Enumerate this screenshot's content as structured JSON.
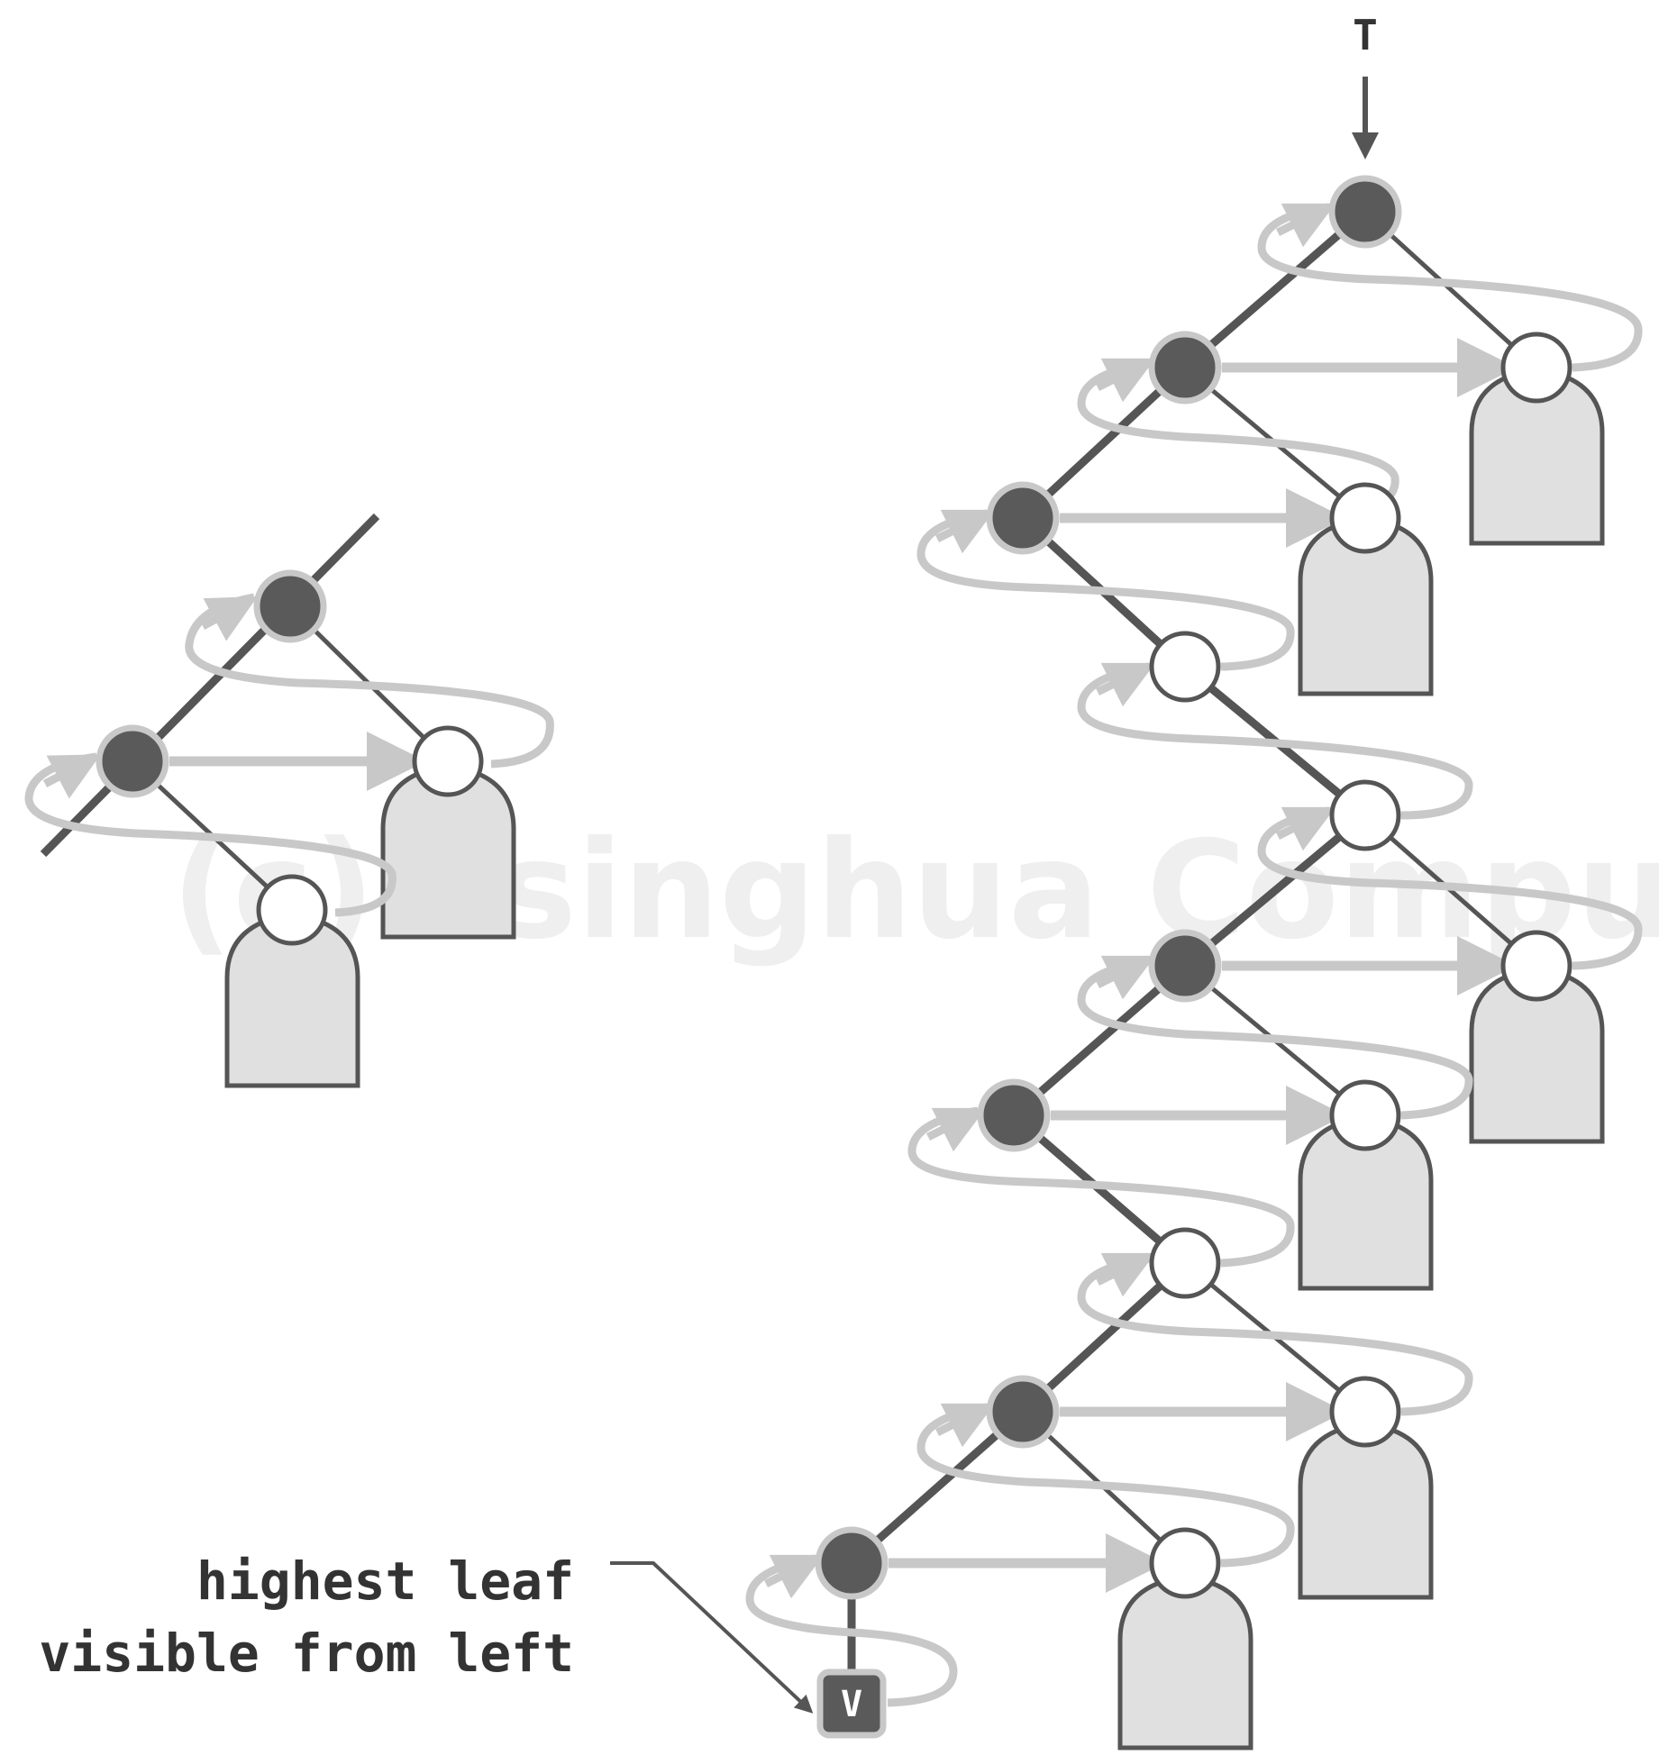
{
  "watermark": "(c) Tsinghua Computer",
  "root_label": "T",
  "leaf_label": "V",
  "caption": {
    "line1": "highest leaf",
    "line2": "visible from left"
  },
  "colors": {
    "edge": "#555555",
    "filled_node": "#5a5a5a",
    "node_ring": "#c8c8c8",
    "open_node": "#ffffff",
    "subtree_fill": "#e0e0e0",
    "subtree_stroke": "#555555",
    "traversal": "#c8c8c8",
    "text": "#333333"
  }
}
